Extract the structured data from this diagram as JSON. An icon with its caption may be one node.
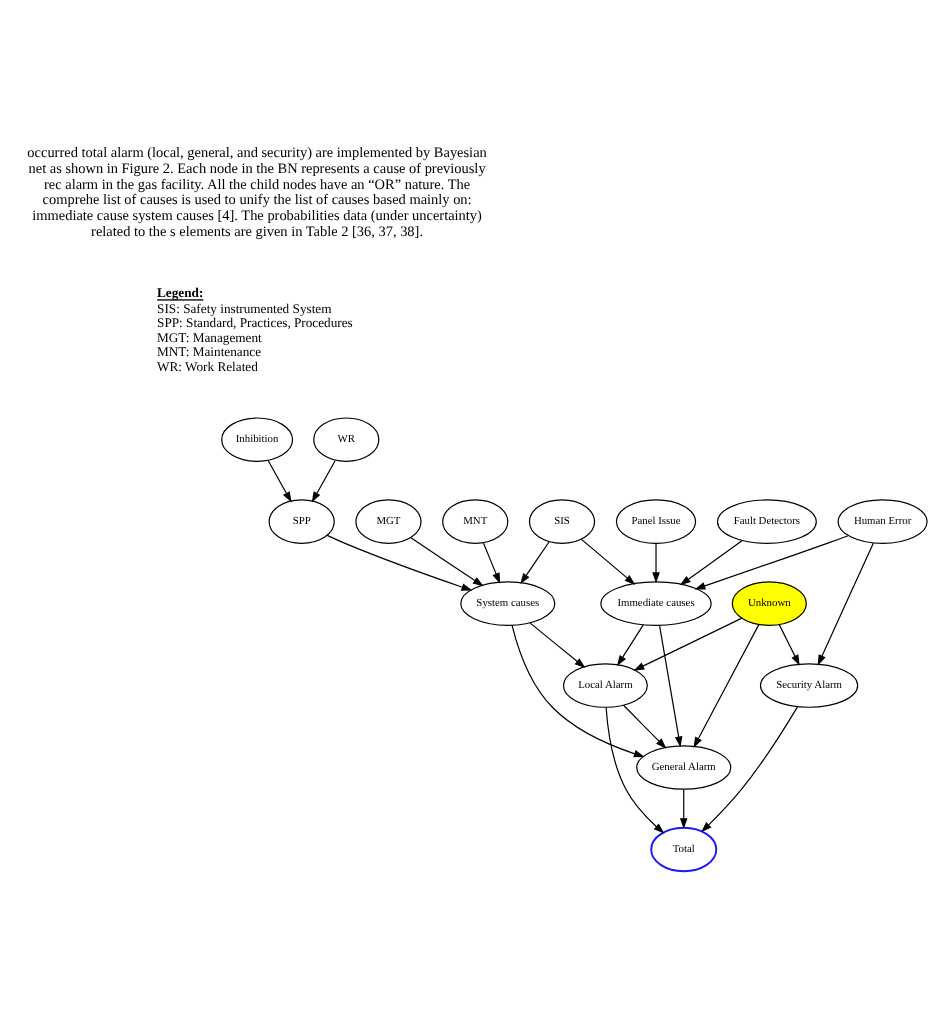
{
  "diagram": {
    "nodes": [
      {
        "text": [
          "Inhibition"
        ]
      },
      {
        "text": [
          "WR"
        ]
      },
      {
        "text": [
          "Fault Detectors"
        ]
      },
      {
        "text": [
          "SIS"
        ]
      },
      {
        "text": [
          "SPP"
        ]
      },
      {
        "text": [
          "MGT"
        ]
      },
      {
        "text": [
          "Panel Issue"
        ]
      },
      {
        "text": [
          "MNT"
        ]
      },
      {
        "text": [
          "Immediate causes"
        ]
      },
      {
        "text": [
          "System causes"
        ]
      },
      {
        "text": [
          "Human Error"
        ]
      },
      {
        "text": [
          "Unknown"
        ]
      },
      {
        "text": [
          "Local Alarm"
        ]
      },
      {
        "text": [
          "General Alarm"
        ]
      },
      {
        "text": [
          "Security Alarm"
        ]
      },
      {
        "text": [
          "Total"
        ]
      }
    ],
    "edges": [
      {
        "from": 0,
        "to": 4,
        "arrow": "to"
      },
      {
        "from": 1,
        "to": 4,
        "arrow": "to"
      },
      {
        "from": 2,
        "to": 8,
        "arrow": "to"
      },
      {
        "from": 3,
        "to": 8,
        "arrow": "to"
      },
      {
        "from": 3,
        "to": 9,
        "arrow": "to"
      },
      {
        "from": 4,
        "to": 9,
        "arrow": "to"
      },
      {
        "from": 5,
        "to": 9,
        "arrow": "to"
      },
      {
        "from": 6,
        "to": 8,
        "arrow": "to"
      },
      {
        "from": 7,
        "to": 9,
        "arrow": "to"
      },
      {
        "from": 10,
        "to": 8,
        "arrow": "to"
      },
      {
        "from": 10,
        "to": 14,
        "arrow": "to"
      },
      {
        "from": 8,
        "to": 12,
        "arrow": "to"
      },
      {
        "from": 8,
        "to": 13,
        "arrow": "to"
      },
      {
        "from": 9,
        "to": 12,
        "arrow": "to"
      },
      {
        "from": 9,
        "to": 13,
        "arrow": "to"
      },
      {
        "from": 11,
        "to": 12,
        "arrow": "to"
      },
      {
        "from": 11,
        "to": 13,
        "arrow": "to"
      },
      {
        "from": 11,
        "to": 14,
        "arrow": "to"
      },
      {
        "from": 12,
        "to": 13,
        "arrow": "to"
      },
      {
        "from": 12,
        "to": 15,
        "arrow": "to"
      },
      {
        "from": 13,
        "to": 15,
        "arrow": "to"
      },
      {
        "from": 14,
        "to": 15,
        "arrow": "to"
      }
    ],
    "labels": [
      "occurred total alarm (local, general, and security) are implemented by Bayesian net as shown in Figure 2. Each node in the BN represents a cause of previously rec alarm in the gas facility. All the child nodes have an “OR” nature. The comprehe list of causes is used to unify the list of causes based mainly on: immediate cause system causes [4]. The probabilities data (under uncertainty) related to the s elements are given in Table 2 [36, 37, 38].",
      "Legend:",
      "SIS: Safety instrumented System",
      "SPP: Standard, Practices, Procedures",
      "MGT: Management",
      "MNT: Maintenance",
      "WR: Work Related"
    ]
  }
}
